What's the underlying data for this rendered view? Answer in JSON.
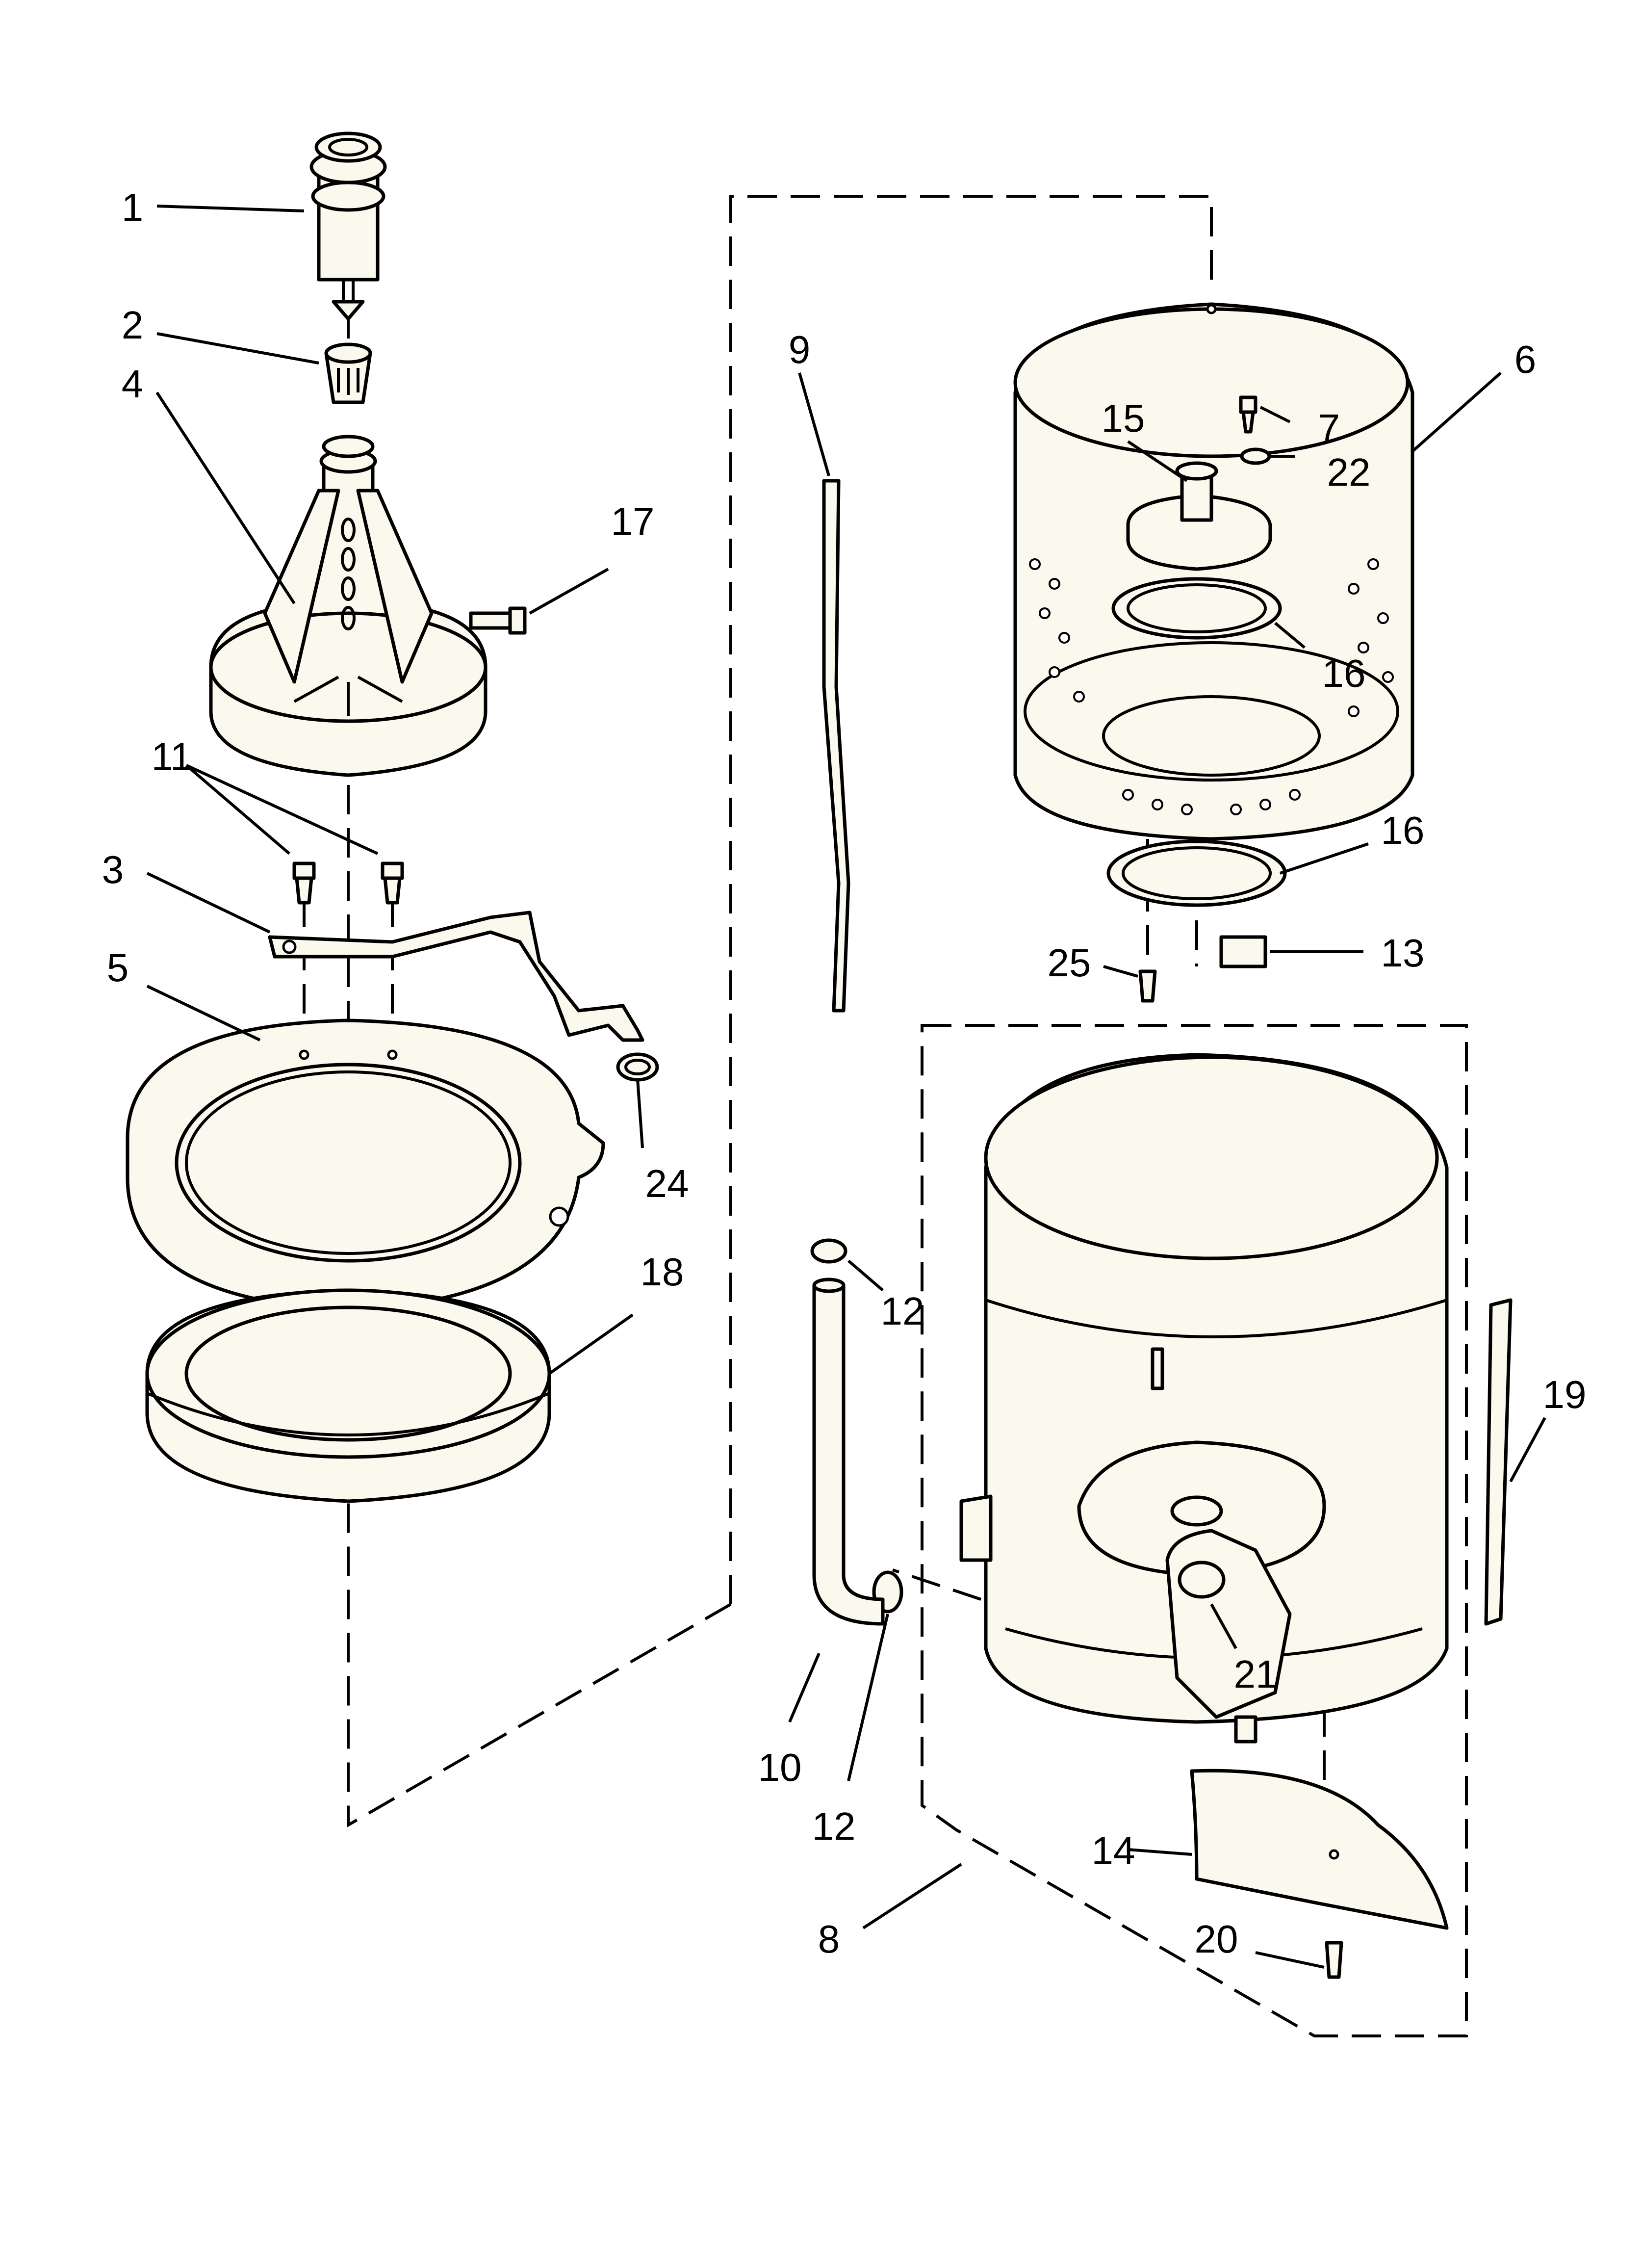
{
  "callouts": [
    {
      "id": "1",
      "text": "1"
    },
    {
      "id": "2",
      "text": "2"
    },
    {
      "id": "4",
      "text": "4"
    },
    {
      "id": "17",
      "text": "17"
    },
    {
      "id": "11",
      "text": "11"
    },
    {
      "id": "3",
      "text": "3"
    },
    {
      "id": "5",
      "text": "5"
    },
    {
      "id": "24",
      "text": "24"
    },
    {
      "id": "18",
      "text": "18"
    },
    {
      "id": "9",
      "text": "9"
    },
    {
      "id": "15",
      "text": "15"
    },
    {
      "id": "7",
      "text": "7"
    },
    {
      "id": "22",
      "text": "22"
    },
    {
      "id": "6",
      "text": "6"
    },
    {
      "id": "16a",
      "text": "16"
    },
    {
      "id": "16b",
      "text": "16"
    },
    {
      "id": "25",
      "text": "25"
    },
    {
      "id": "13",
      "text": "13"
    },
    {
      "id": "12a",
      "text": "12"
    },
    {
      "id": "19",
      "text": "19"
    },
    {
      "id": "21",
      "text": "21"
    },
    {
      "id": "10",
      "text": "10"
    },
    {
      "id": "12b",
      "text": "12"
    },
    {
      "id": "14",
      "text": "14"
    },
    {
      "id": "8",
      "text": "8"
    },
    {
      "id": "20",
      "text": "20"
    }
  ]
}
